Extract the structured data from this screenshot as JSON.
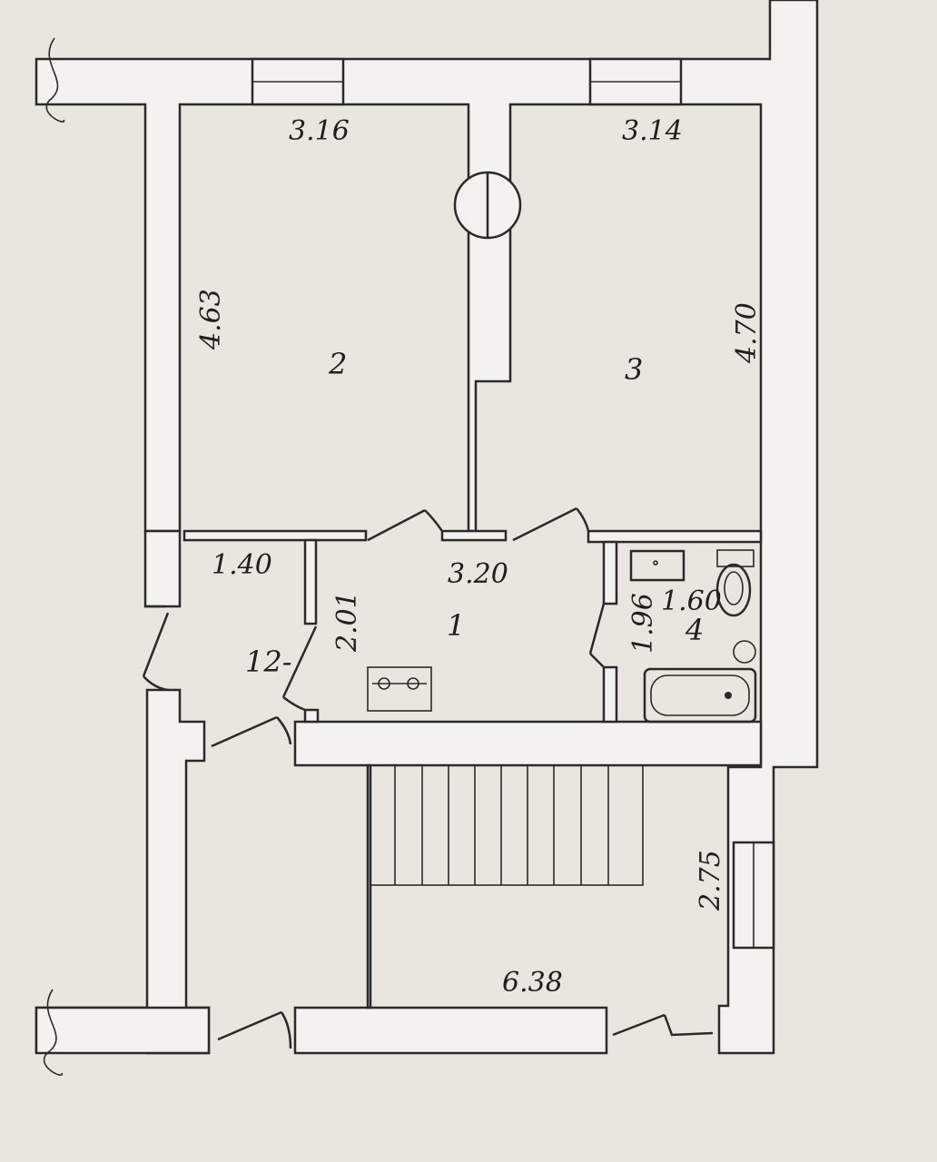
{
  "plan": {
    "dimensions": {
      "room2_width": "3.16",
      "room3_width": "3.14",
      "room2_length": "4.63",
      "room3_length": "4.70",
      "hall_width": "1.40",
      "kitchen_width": "3.20",
      "kitchen_length": "2.01",
      "bath_length": "1.96",
      "bath_width": "1.60",
      "stair_length": "2.75",
      "stair_width": "6.38"
    },
    "rooms": {
      "room1": "1",
      "room2": "2",
      "room3": "3",
      "room4": "4",
      "room12": "12-"
    }
  }
}
